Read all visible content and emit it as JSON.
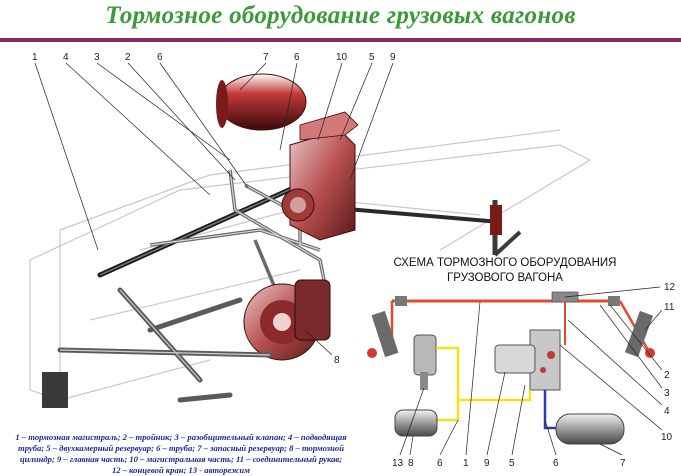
{
  "title": "Тормозное оборудование грузовых вагонов",
  "scheme_title": {
    "line1": "СХЕМА ТОРМОЗНОГО ОБОРУДОВАНИЯ",
    "line2": "ГРУЗОВОГО ВАГОНА"
  },
  "top_callouts": [
    "1",
    "4",
    "3",
    "2",
    "6",
    "7",
    "6",
    "10",
    "5",
    "9"
  ],
  "main_callouts": {
    "c8": "8"
  },
  "scheme_callouts": {
    "r12": "12",
    "r11": "11",
    "r2": "2",
    "r3": "3",
    "r4": "4",
    "r10": "10",
    "b13": "13",
    "b8": "8",
    "b6a": "6",
    "b1": "1",
    "b9": "9",
    "b5": "5",
    "b6b": "6",
    "b7": "7"
  },
  "legend": {
    "line1": "1 – тормозная магистраль; 2 – тройник; 3 – разобщительный клапан; 4 – подводящая",
    "line2": "труба; 5 – двухкамерный резервуар; 6 – труба; 7 – запасный резервуар; 8 – тормозной",
    "line3": "цилиндр; 9 – главная часть; 10 – магистральная часть; 11 – соединительный рукав;",
    "line4": "12 – концевой кран; 13 - авторежим"
  },
  "colors": {
    "title": "#3a9a3a",
    "rule": "#8b2a6b",
    "legend": "#1a2a9a",
    "pipe_red": "#e24a2a",
    "pipe_yellow": "#f2e21a",
    "pipe_blue": "#2a3ab0",
    "equipment": "#b03a3a"
  }
}
